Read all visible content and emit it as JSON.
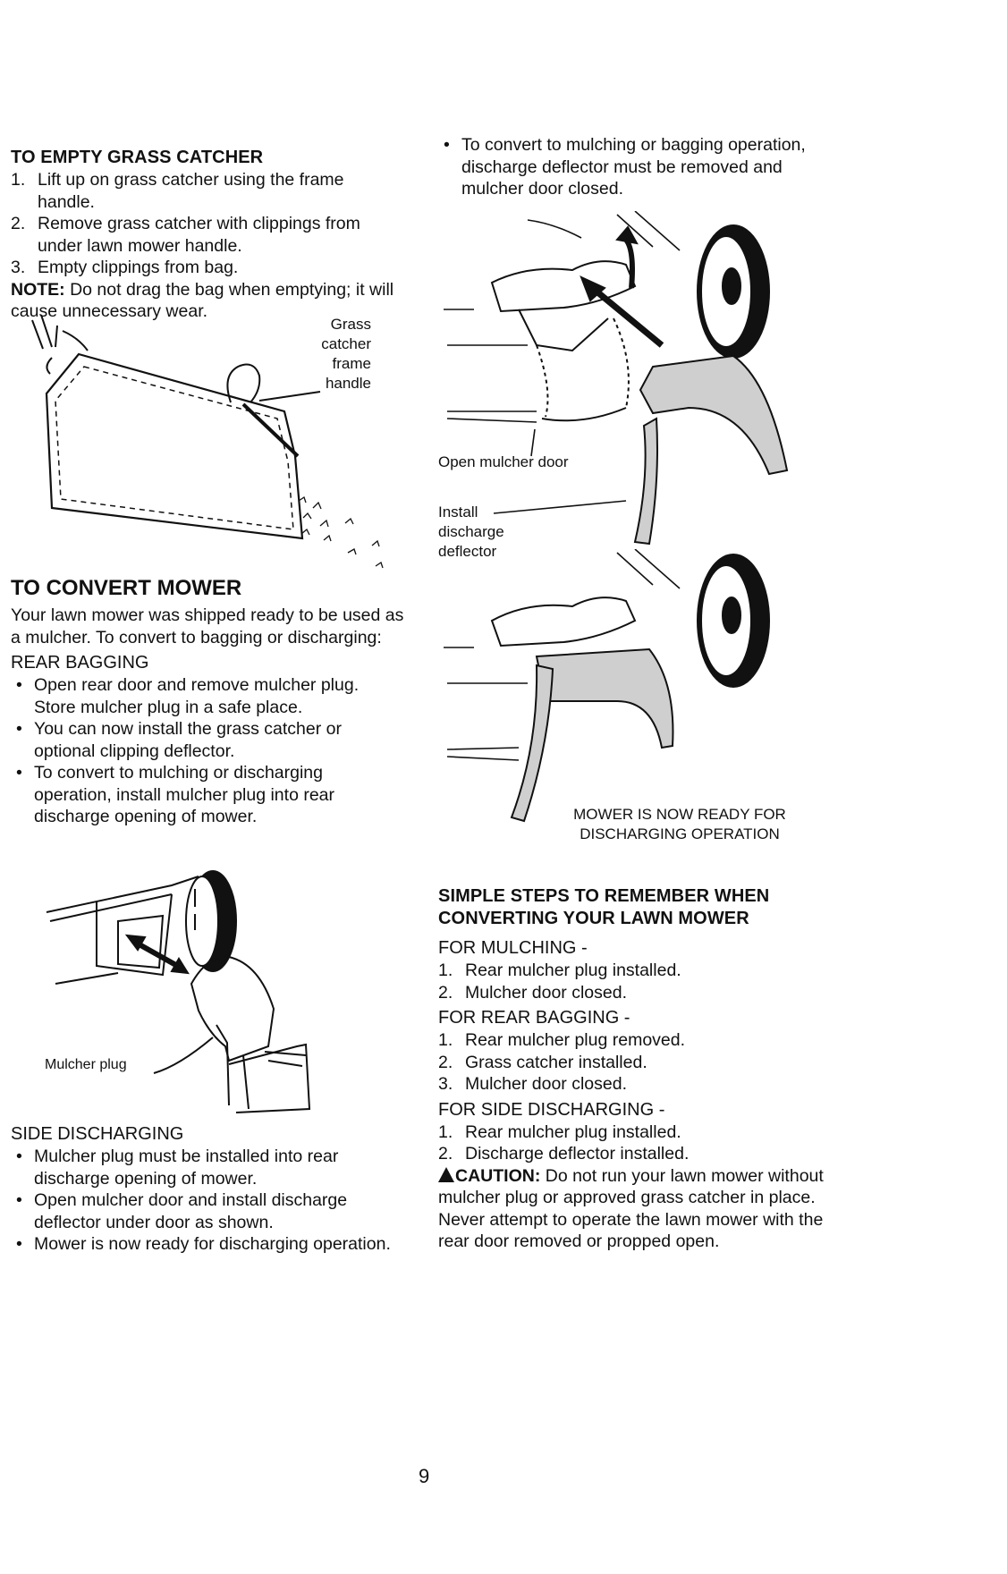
{
  "empty": {
    "heading": "TO EMPTY GRASS CATCHER",
    "steps": [
      {
        "num": "1.",
        "text": "Lift up on grass catcher using the frame handle."
      },
      {
        "num": "2.",
        "text": "Remove grass catcher with clippings from under lawn mower handle."
      },
      {
        "num": "3.",
        "text": "Empty clippings from bag."
      }
    ],
    "note_label": "NOTE:",
    "note_text": " Do not drag the bag when emptying; it will cause unnecessary wear.",
    "figure_label_lines": [
      "Grass",
      "catcher",
      "frame",
      "handle"
    ]
  },
  "convert": {
    "heading": "TO CONVERT MOWER",
    "intro": "Your lawn mower was shipped ready to be used as a mulcher. To convert to bagging or discharging:",
    "rear_bagging": {
      "title": "REAR BAGGING",
      "bullets": [
        "Open rear door and remove mulcher plug. Store mulcher plug in a safe place.",
        "You can now install the grass catcher or optional clipping deflector.",
        "To convert to mulching or discharging operation, install mulcher plug into rear discharge opening of mower."
      ]
    },
    "figure_label": "Mulcher plug",
    "side_discharging": {
      "title": "SIDE DISCHARGING",
      "bullets": [
        "Mulcher plug must be installed into rear discharge opening of mower.",
        "Open mulcher door and install discharge deflector under door as shown.",
        "Mower is now ready for discharging operation."
      ]
    }
  },
  "right": {
    "bullet": "To convert to mulching or bagging operation, discharge deflector must be removed and mulcher door closed.",
    "fig1_label_door": "Open mulcher door",
    "fig1_label_install_lines": [
      "Install",
      "discharge",
      "deflector"
    ],
    "fig2_label_lines": [
      "MOWER IS NOW READY FOR",
      "DISCHARGING OPERATION"
    ],
    "steps_heading_lines": [
      "SIMPLE STEPS TO REMEMBER WHEN",
      "CONVERTING YOUR LAWN MOWER"
    ],
    "mulching": {
      "title": "FOR MULCHING -",
      "steps": [
        {
          "num": "1.",
          "text": "Rear mulcher plug installed."
        },
        {
          "num": "2.",
          "text": "Mulcher door closed."
        }
      ]
    },
    "rear_bagging": {
      "title": "FOR REAR BAGGING -",
      "steps": [
        {
          "num": "1.",
          "text": "Rear mulcher plug removed."
        },
        {
          "num": "2.",
          "text": "Grass catcher installed."
        },
        {
          "num": "3.",
          "text": "Mulcher door closed."
        }
      ]
    },
    "side_discharging": {
      "title": "FOR SIDE DISCHARGING -",
      "steps": [
        {
          "num": "1.",
          "text": "Rear mulcher plug installed."
        },
        {
          "num": "2.",
          "text": "Discharge deflector installed."
        }
      ]
    },
    "caution_label": "CAUTION:",
    "caution_text": " Do not run your lawn mower without mulcher plug or approved grass catcher in place. Never attempt to operate the lawn mower with the rear door removed or propped open."
  },
  "page_number": "9"
}
